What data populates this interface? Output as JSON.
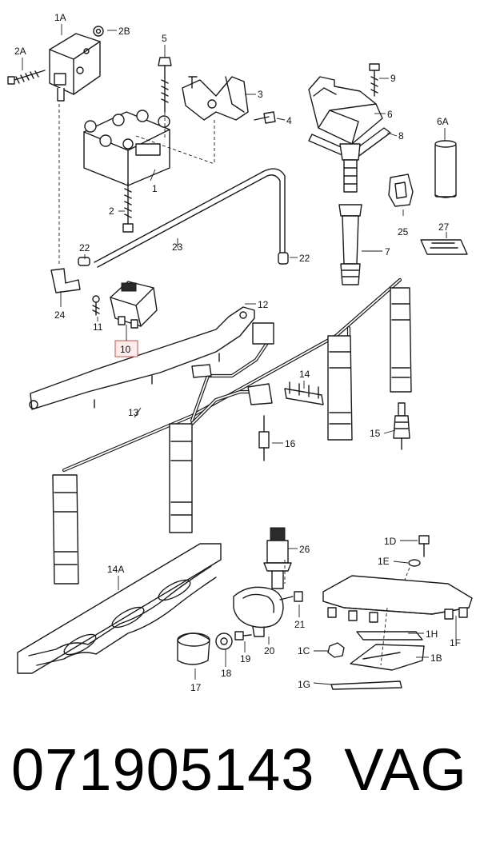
{
  "callouts": {
    "c1A": "1A",
    "c2B": "2B",
    "c2A": "2A",
    "c5": "5",
    "c3": "3",
    "c4": "4",
    "c9": "9",
    "c6": "6",
    "c8": "8",
    "c6A": "6A",
    "c1": "1",
    "c2": "2",
    "c23": "23",
    "c22a": "22",
    "c22b": "22",
    "c7": "7",
    "c25": "25",
    "c27": "27",
    "c24": "24",
    "c11": "11",
    "c10": "10",
    "c12": "12",
    "c13": "13",
    "c14": "14",
    "c16": "16",
    "c15": "15",
    "c14A": "14A",
    "c26": "26",
    "c1D": "1D",
    "c1E": "1E",
    "c21": "21",
    "c1H": "1H",
    "c1F": "1F",
    "c1C": "1C",
    "c1B": "1B",
    "c1G": "1G",
    "c17": "17",
    "c18": "18",
    "c19": "19",
    "c20": "20"
  },
  "highlighted_callout": "10",
  "highlight_color": "#e06666",
  "footer": {
    "part_number": "071905143",
    "brand": "VAG"
  }
}
